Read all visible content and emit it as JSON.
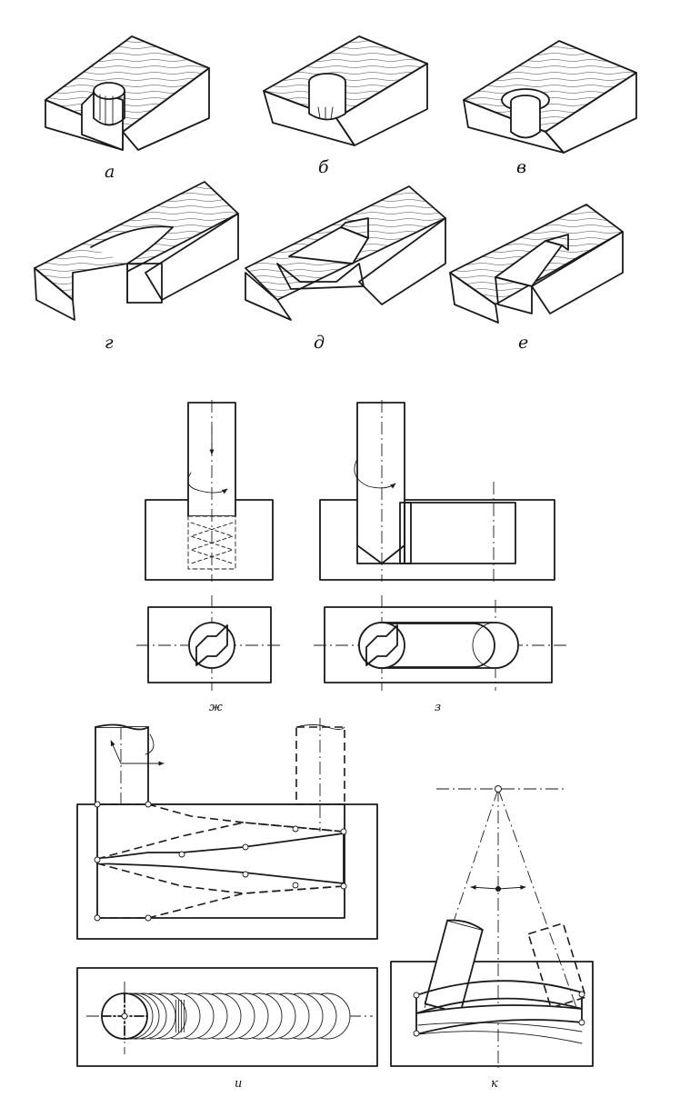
{
  "figure": {
    "labels": {
      "a": "а",
      "b": "б",
      "v": "в",
      "g": "г",
      "d": "д",
      "e": "е",
      "zh": "ж",
      "z": "з",
      "i": "и",
      "k": "к"
    }
  }
}
